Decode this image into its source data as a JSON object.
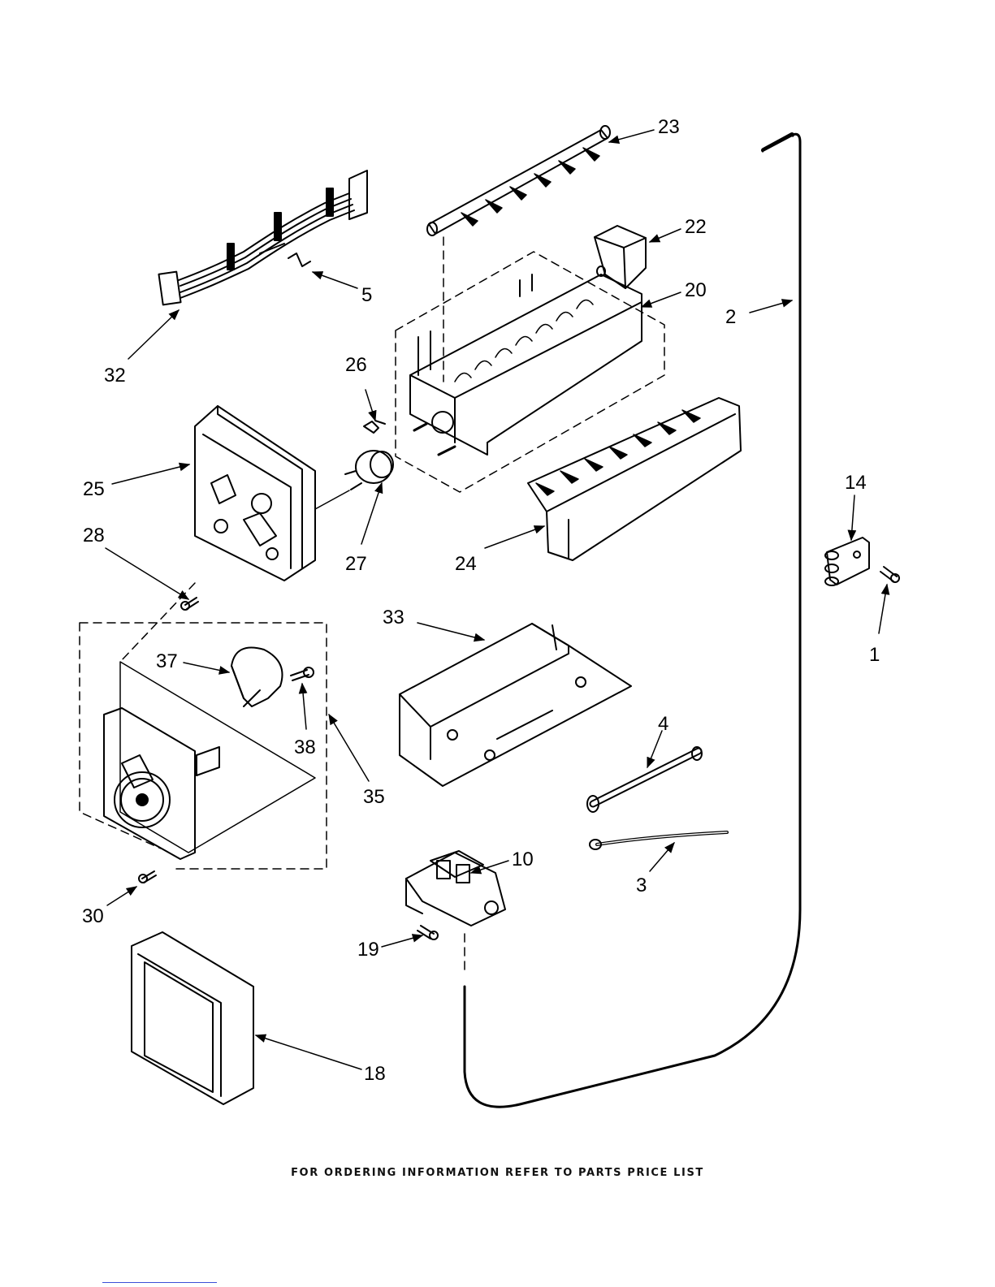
{
  "footer_note": "FOR ORDERING INFORMATION REFER TO PARTS PRICE LIST",
  "callouts": {
    "p1": "1",
    "p2": "2",
    "p3": "3",
    "p4": "4",
    "p5": "5",
    "p10": "10",
    "p14": "14",
    "p18": "18",
    "p19": "19",
    "p20": "20",
    "p22": "22",
    "p23": "23",
    "p24": "24",
    "p25": "25",
    "p26": "26",
    "p27": "27",
    "p28": "28",
    "p30": "30",
    "p32": "32",
    "p33": "33",
    "p35": "35",
    "p37": "37",
    "p38": "38"
  },
  "colors": {
    "line": "#000000",
    "background": "#ffffff",
    "link": "#3b4fd8"
  }
}
